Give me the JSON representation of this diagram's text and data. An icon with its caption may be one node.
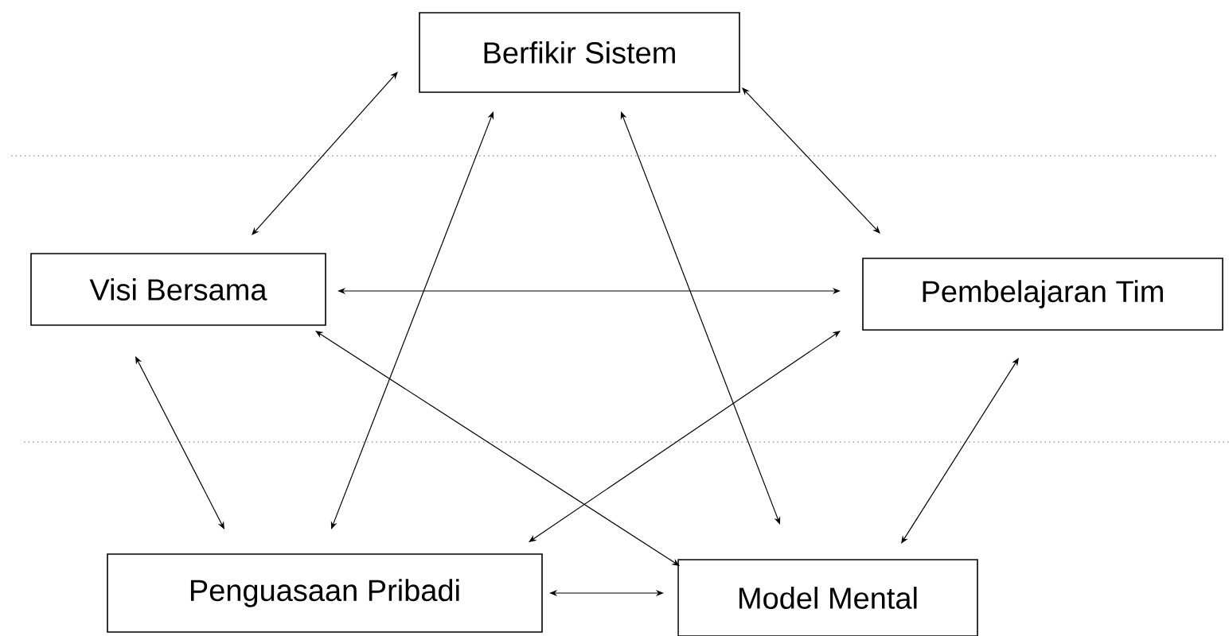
{
  "diagram": {
    "nodes": [
      {
        "text": [
          "Berfikir Sistem"
        ]
      },
      {
        "text": [
          "Visi Bersama"
        ]
      },
      {
        "text": [
          "Pembelajaran Tim"
        ]
      },
      {
        "text": [
          "Penguasaan Pribadi"
        ]
      },
      {
        "text": [
          "Model Mental"
        ]
      }
    ],
    "edges": [
      {
        "from": 0,
        "to": 1,
        "arrow": "both"
      },
      {
        "from": 0,
        "to": 3,
        "arrow": "both"
      },
      {
        "from": 0,
        "to": 4,
        "arrow": "both"
      },
      {
        "from": 0,
        "to": 2,
        "arrow": "both"
      },
      {
        "from": 1,
        "to": 2,
        "arrow": "both"
      },
      {
        "from": 1,
        "to": 3,
        "arrow": "both"
      },
      {
        "from": 1,
        "to": 4,
        "arrow": "both"
      },
      {
        "from": 2,
        "to": 3,
        "arrow": "both"
      },
      {
        "from": 2,
        "to": 4,
        "arrow": "both"
      },
      {
        "from": 3,
        "to": 4,
        "arrow": "both"
      }
    ]
  }
}
